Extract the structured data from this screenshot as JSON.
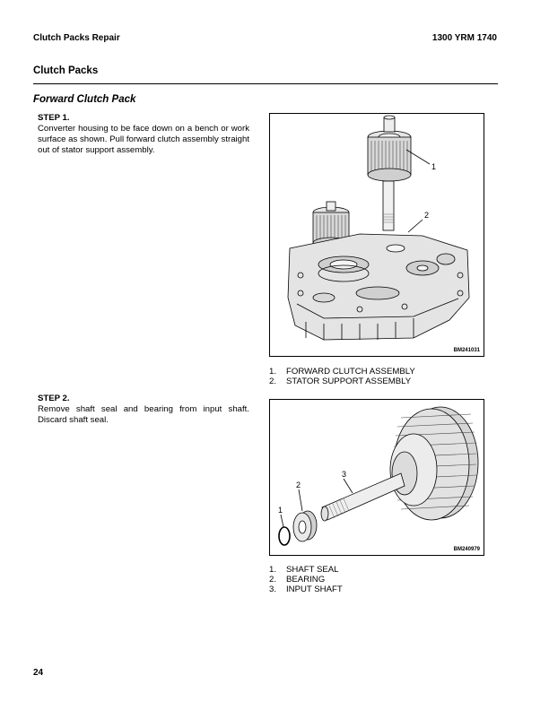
{
  "header": {
    "left": "Clutch Packs Repair",
    "right": "1300 YRM 1740"
  },
  "section_title": "Clutch Packs",
  "subsection_title": "Forward Clutch Pack",
  "steps": [
    {
      "heading": "STEP 1.",
      "text": "Converter housing to be face down on a bench or work surface as shown. Pull forward clutch assembly straight out of stator support assembly."
    },
    {
      "heading": "STEP 2.",
      "text": "Remove shaft seal and bearing from input shaft. Discard shaft seal."
    }
  ],
  "figures": [
    {
      "id": "BM241031",
      "callouts": [
        "1",
        "2"
      ],
      "legend": [
        {
          "num": "1.",
          "text": "FORWARD CLUTCH ASSEMBLY"
        },
        {
          "num": "2.",
          "text": "STATOR SUPPORT ASSEMBLY"
        }
      ]
    },
    {
      "id": "BM240979",
      "callouts": [
        "1",
        "2",
        "3"
      ],
      "legend": [
        {
          "num": "1.",
          "text": "SHAFT SEAL"
        },
        {
          "num": "2.",
          "text": "BEARING"
        },
        {
          "num": "3.",
          "text": "INPUT SHAFT"
        }
      ]
    }
  ],
  "page_number": "24"
}
